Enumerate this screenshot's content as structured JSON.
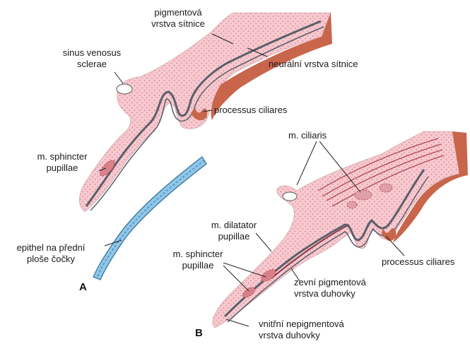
{
  "panels": {
    "a": {
      "letter": "A"
    },
    "b": {
      "letter": "B"
    }
  },
  "labels": {
    "pigment_retina": [
      "pigmentová",
      "vrstva sítnice"
    ],
    "neural_retina": "neurální vrstva sítnice",
    "sinus": [
      "sinus venosus",
      "sclerae"
    ],
    "processus_a": "processus ciliares",
    "sphincter_a": [
      "m. sphincter",
      "pupillae"
    ],
    "epithel": [
      "epithel na přední",
      "ploše čočky"
    ],
    "ciliaris": "m. ciliaris",
    "dilatator": [
      "m. dilatator",
      "pupillae"
    ],
    "sphincter_b": [
      "m. sphincter",
      "pupillae"
    ],
    "processus_b": "processus ciliares",
    "outer_pigment": [
      "zevní pigmentová",
      "vrstva duhovky"
    ],
    "inner_nonpigment": [
      "vnitřní nepigmentová",
      "vrstva duhovky"
    ]
  },
  "colors": {
    "tissue": "#f6c9cf",
    "stroma_dots": "#d8707e",
    "muscle": "#c8654a",
    "epithelium": "#5a5f6a",
    "lens": "#8fc6e8",
    "lens_line": "#2f6f9f"
  }
}
